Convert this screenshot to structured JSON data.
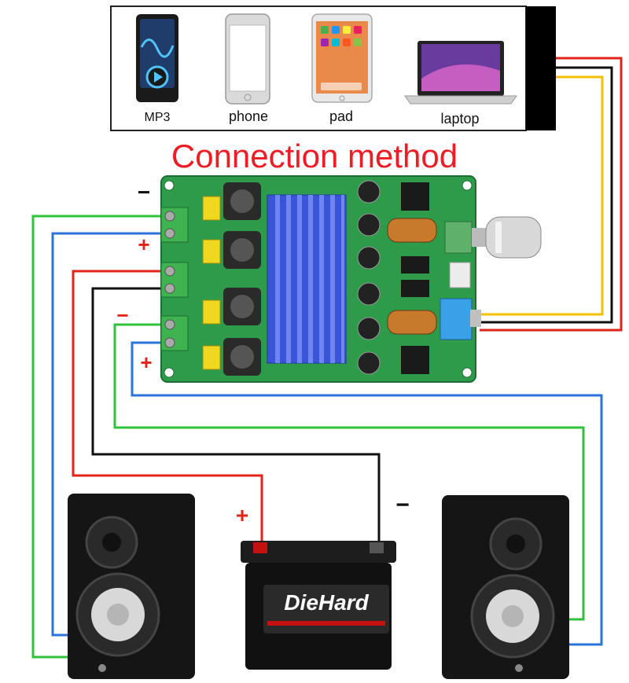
{
  "sources": {
    "mp3_label": "MP3",
    "phone_label": "phone",
    "pad_label": "pad",
    "laptop_label": "laptop"
  },
  "title": "Connection method",
  "polarity": {
    "minus": "−",
    "plus": "+"
  },
  "battery": {
    "brand": "DieHard",
    "plus_label": "+",
    "minus_label": "−"
  },
  "colors": {
    "red_wire": "#e2231a",
    "black_wire": "#111111",
    "green_wire": "#2fc23a",
    "blue_wire": "#2a73d8",
    "yellow_wire": "#f2c200",
    "title": "#ee1c24",
    "pcb": "#2e9b4a",
    "heatsink": "#3a55d8"
  }
}
